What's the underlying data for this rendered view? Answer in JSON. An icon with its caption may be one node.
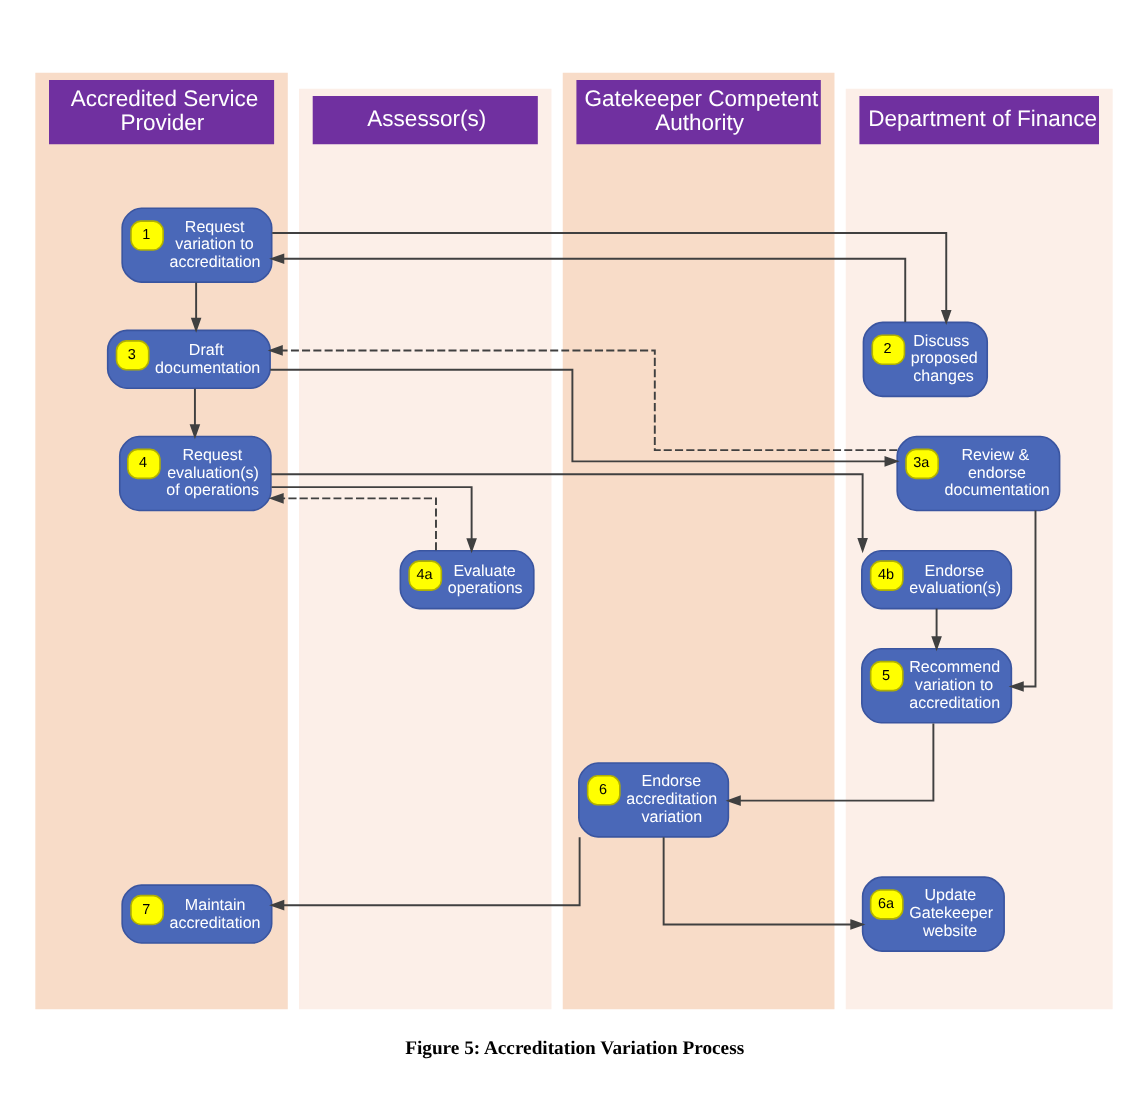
{
  "diagram": {
    "caption": "Figure 5: Accreditation Variation Process",
    "nodes": [
      {
        "text": [
          "Accredited Service Provider"
        ]
      },
      {
        "text": [
          "Assessor(s)"
        ]
      },
      {
        "text": [
          "Gatekeeper Competent Authority"
        ]
      },
      {
        "text": [
          "Department of Finance"
        ]
      },
      {
        "text": [
          "1",
          "Request variation to accreditation"
        ],
        "in": 0
      },
      {
        "text": [
          "2",
          "Discuss proposed changes"
        ],
        "in": 3
      },
      {
        "text": [
          "3",
          "Draft documentation"
        ],
        "in": 0
      },
      {
        "text": [
          "3a",
          "Review & endorse documentation"
        ],
        "in": 3
      },
      {
        "text": [
          "4",
          "Request evaluation(s) of operations"
        ],
        "in": 0
      },
      {
        "text": [
          "4a",
          "Evaluate operations"
        ],
        "in": 1
      },
      {
        "text": [
          "4b",
          "Endorse evaluation(s)"
        ],
        "in": 3
      },
      {
        "text": [
          "5",
          "Recommend variation to accreditation"
        ],
        "in": 3
      },
      {
        "text": [
          "6",
          "Endorse accreditation variation"
        ],
        "in": 2
      },
      {
        "text": [
          "7",
          "Maintain accreditation"
        ],
        "in": 0
      },
      {
        "text": [
          "6a",
          "Update Gatekeeper website"
        ],
        "in": 3
      }
    ],
    "edges": [
      {
        "from": 4,
        "to": 5,
        "arrow": "to"
      },
      {
        "from": 5,
        "to": 4,
        "arrow": "to"
      },
      {
        "from": 4,
        "to": 6,
        "arrow": "to"
      },
      {
        "from": 6,
        "to": 7,
        "arrow": "to"
      },
      {
        "from": 7,
        "to": 6,
        "arrow": "to",
        "style": "dashed"
      },
      {
        "from": 6,
        "to": 8,
        "arrow": "to"
      },
      {
        "from": 8,
        "to": 9,
        "arrow": "to"
      },
      {
        "from": 9,
        "to": 8,
        "arrow": "to",
        "style": "dashed"
      },
      {
        "from": 8,
        "to": 10,
        "arrow": "to"
      },
      {
        "from": 10,
        "to": 11,
        "arrow": "to"
      },
      {
        "from": 7,
        "to": 11,
        "arrow": "to"
      },
      {
        "from": 11,
        "to": 12,
        "arrow": "to"
      },
      {
        "from": 12,
        "to": 13,
        "arrow": "to"
      },
      {
        "from": 12,
        "to": 14,
        "arrow": "to"
      }
    ]
  }
}
